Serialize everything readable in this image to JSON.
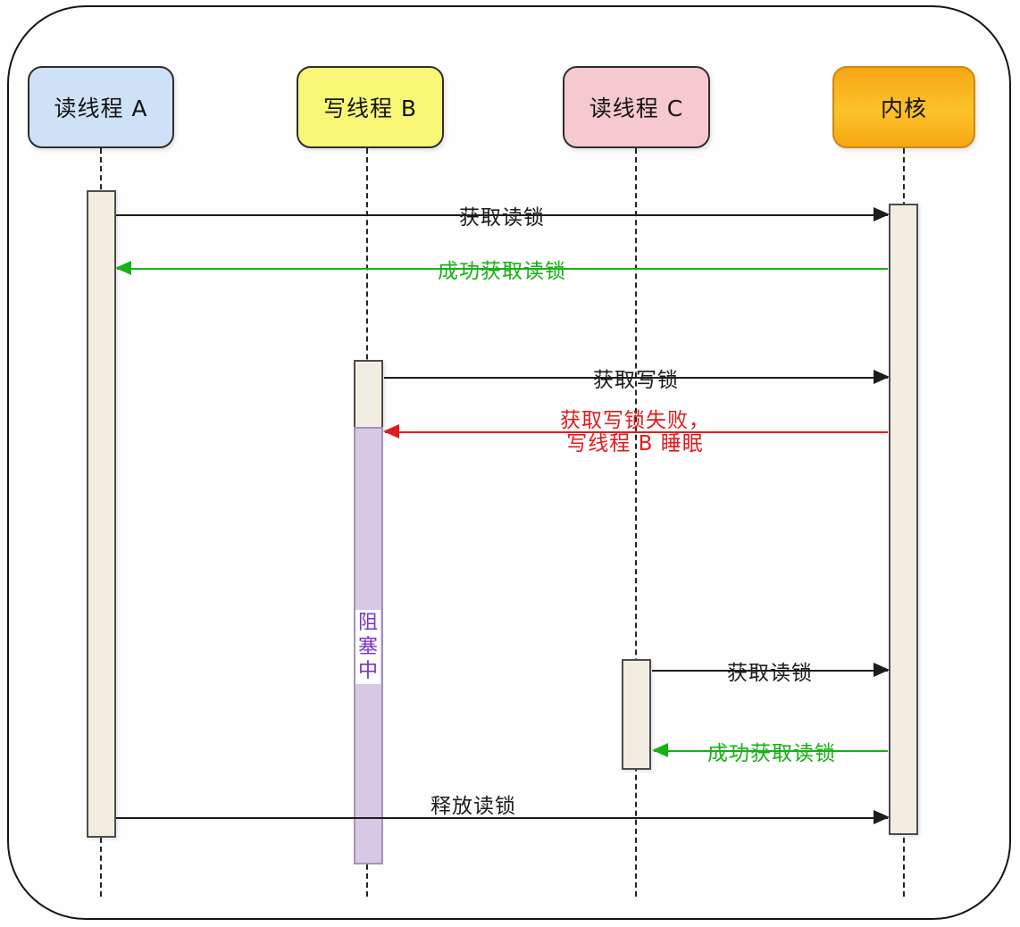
{
  "actors": [
    {
      "label": "读线程 A",
      "fill": "#cfe1f6"
    },
    {
      "label": "写线程 B",
      "fill": "#f9f776"
    },
    {
      "label": "读线程 C",
      "fill": "#f6c9ce"
    },
    {
      "label": "内核",
      "fill_top": "#f6a713",
      "fill_mid": "#fcc22b"
    }
  ],
  "messages": [
    {
      "label": "获取读锁",
      "from": "读线程 A",
      "to": "内核",
      "color": "#1c1c1c"
    },
    {
      "label": "成功获取读锁",
      "from": "内核",
      "to": "读线程 A",
      "color": "#16b216"
    },
    {
      "label": "获取写锁",
      "from": "写线程 B",
      "to": "内核",
      "color": "#1c1c1c"
    },
    {
      "label": "获取写锁失败，",
      "label2": "写线程 B 睡眠",
      "from": "内核",
      "to": "写线程 B",
      "color": "#e11b1b"
    },
    {
      "label": "获取读锁",
      "from": "读线程 C",
      "to": "内核",
      "color": "#1c1c1c"
    },
    {
      "label": "成功获取读锁",
      "from": "内核",
      "to": "读线程 C",
      "color": "#16b216"
    },
    {
      "label": "释放读锁",
      "from": "读线程 A",
      "to": "内核",
      "color": "#1c1c1c"
    }
  ],
  "blocked_label": "阻塞中",
  "colors": {
    "success_green": "#16b216",
    "failure_red": "#e11b1b",
    "blocked_purple_text": "#7a2fd0",
    "blocked_bar_fill": "#d7c9e6",
    "actor_a_fill": "#cfe1f6",
    "actor_b_fill": "#f9f776",
    "actor_c_fill": "#f6c9ce",
    "kernel_fill_top": "#f6a713",
    "kernel_fill_mid": "#fcc22b",
    "activation_fill": "#f1eee1"
  }
}
